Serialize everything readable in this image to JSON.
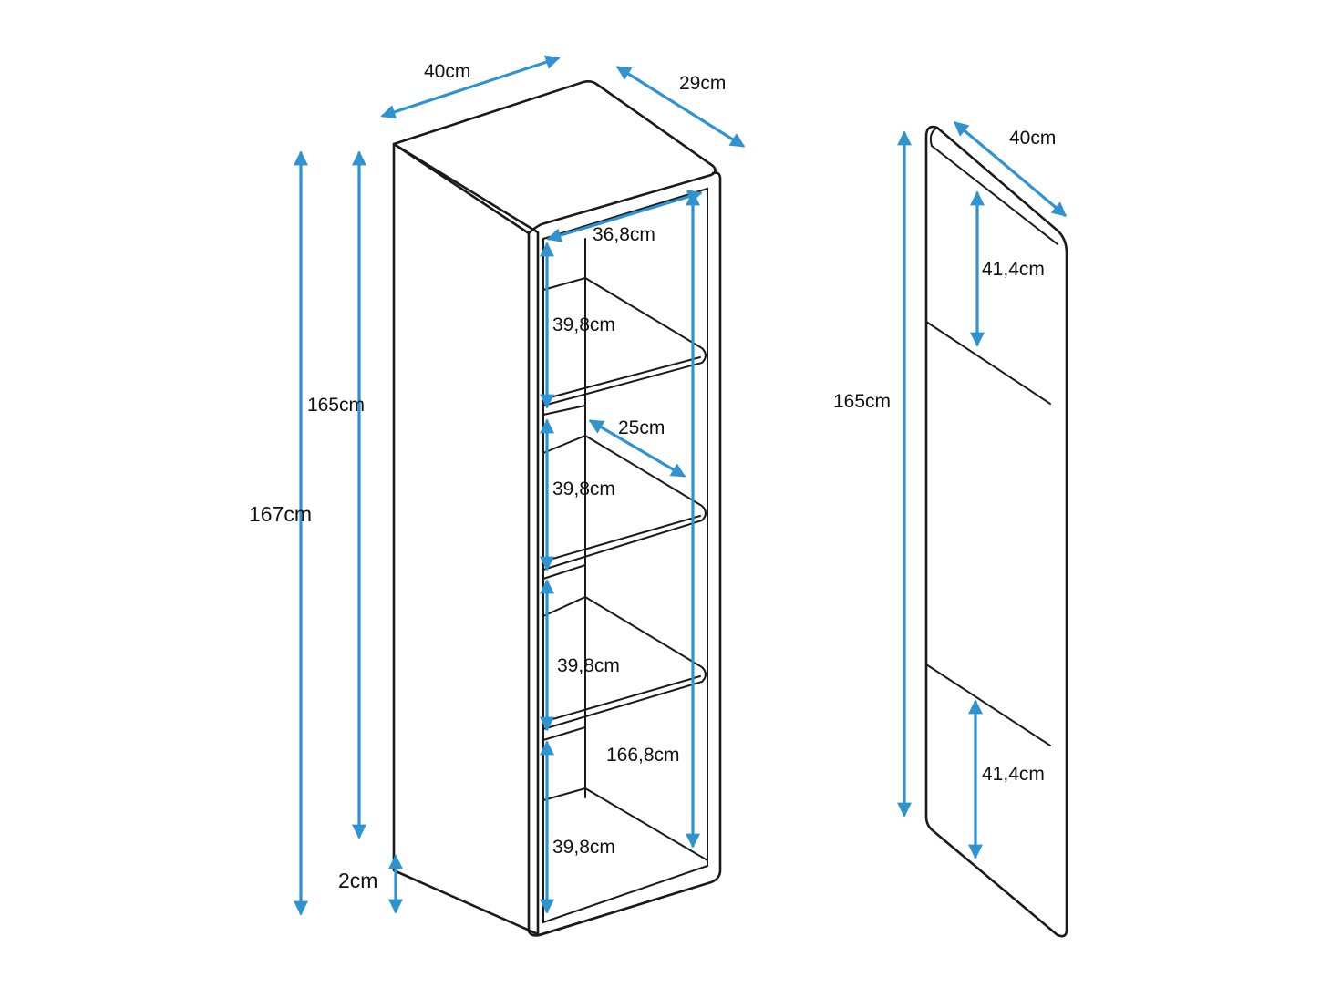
{
  "colors": {
    "dimension_arrow": "#2e93cf",
    "outline": "#1a1a1a",
    "background": "#ffffff"
  },
  "cabinet": {
    "width_label": "40cm",
    "depth_label": "29cm",
    "total_height_label": "167cm",
    "body_height_label": "165cm",
    "bottom_gap_label": "2cm",
    "inner_width_label": "36,8cm",
    "shelf_depth_label": "25cm",
    "inner_height_label": "166,8cm",
    "compartment_labels": [
      "39,8cm",
      "39,8cm",
      "39,8cm",
      "39,8cm"
    ]
  },
  "door": {
    "width_label": "40cm",
    "height_label": "165cm",
    "top_section_label": "41,4cm",
    "bottom_section_label": "41,4cm"
  }
}
